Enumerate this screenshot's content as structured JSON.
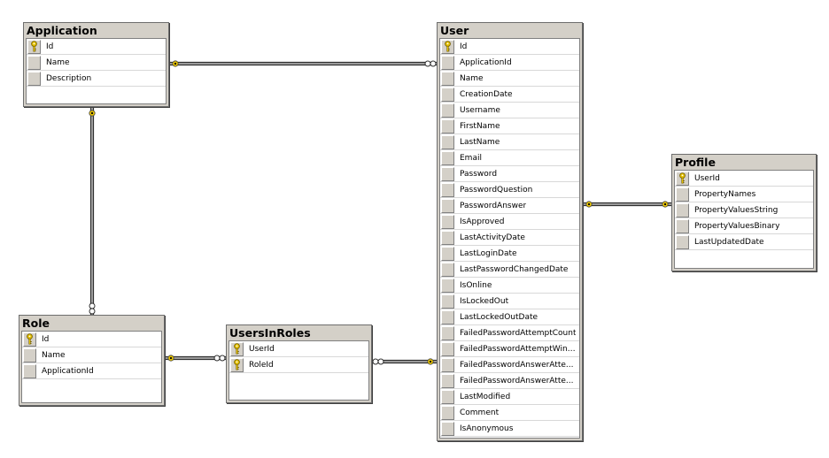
{
  "tables": {
    "application": {
      "title": "Application",
      "columns": [
        "Id",
        "Name",
        "Description"
      ],
      "keys": [
        0
      ]
    },
    "user": {
      "title": "User",
      "columns": [
        "Id",
        "ApplicationId",
        "Name",
        "CreationDate",
        "Username",
        "FirstName",
        "LastName",
        "Email",
        "Password",
        "PasswordQuestion",
        "PasswordAnswer",
        "IsApproved",
        "LastActivityDate",
        "LastLoginDate",
        "LastPasswordChangedDate",
        "IsOnline",
        "IsLockedOut",
        "LastLockedOutDate",
        "FailedPasswordAttemptCount",
        "FailedPasswordAttemptWind...",
        "FailedPasswordAnswerAtte...",
        "FailedPasswordAnswerAtte...",
        "LastModified",
        "Comment",
        "IsAnonymous"
      ],
      "keys": [
        0
      ]
    },
    "profile": {
      "title": "Profile",
      "columns": [
        "UserId",
        "PropertyNames",
        "PropertyValuesString",
        "PropertyValuesBinary",
        "LastUpdatedDate"
      ],
      "keys": [
        0
      ]
    },
    "role": {
      "title": "Role",
      "columns": [
        "Id",
        "Name",
        "ApplicationId"
      ],
      "keys": [
        0
      ]
    },
    "users_in_roles": {
      "title": "UsersInRoles",
      "columns": [
        "UserId",
        "RoleId"
      ],
      "keys": [
        0,
        1
      ]
    }
  },
  "relationships": [
    {
      "from": "application",
      "to": "user",
      "from_end": "one",
      "to_end": "many"
    },
    {
      "from": "application",
      "to": "role",
      "from_end": "one",
      "to_end": "many"
    },
    {
      "from": "user",
      "to": "profile",
      "from_end": "one",
      "to_end": "one"
    },
    {
      "from": "role",
      "to": "users_in_roles",
      "from_end": "one",
      "to_end": "many"
    },
    {
      "from": "users_in_roles",
      "to": "user",
      "from_end": "many",
      "to_end": "one"
    }
  ],
  "icons": {
    "primary_key": "key-icon"
  },
  "colors": {
    "key_gold": "#e6c200",
    "title_bar": "#d4d0c8",
    "connector": "#303030"
  }
}
